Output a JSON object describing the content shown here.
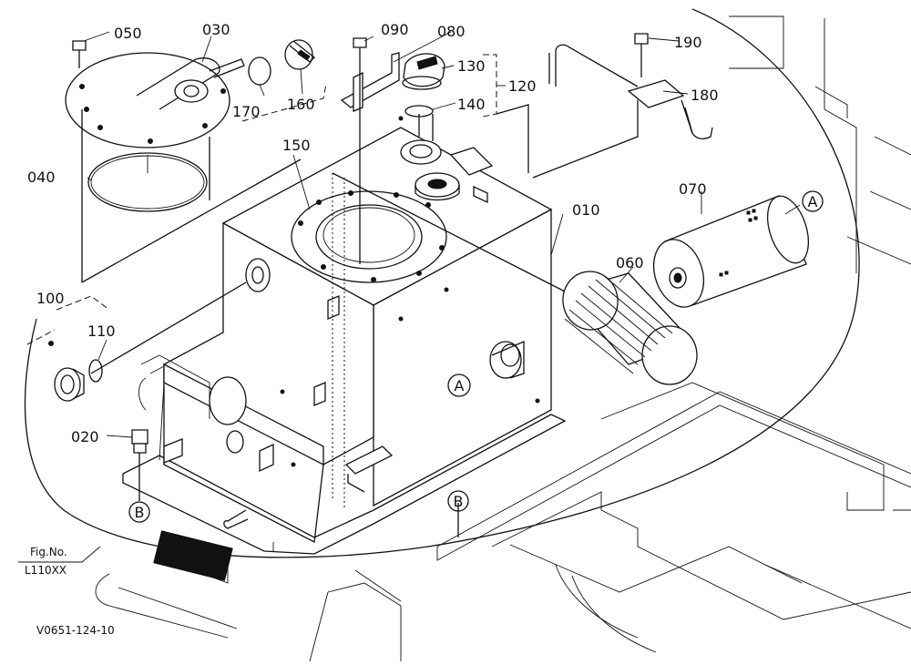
{
  "callouts": {
    "p010": "010",
    "p020": "020",
    "p030": "030",
    "p040": "040",
    "p050": "050",
    "p060": "060",
    "p070": "070",
    "p080": "080",
    "p090": "090",
    "p100": "100",
    "p110": "110",
    "p120": "120",
    "p130": "130",
    "p140": "140",
    "p150": "150",
    "p160": "160",
    "p170": "170",
    "p180": "180",
    "p190": "190"
  },
  "markers": {
    "a_filter": "A",
    "a_tank": "A",
    "b_left": "B",
    "b_right": "B"
  },
  "figure": {
    "fig_label": "Fig.No.",
    "fig_number": "L110XX",
    "drawing_code": "V0651-124-10"
  }
}
